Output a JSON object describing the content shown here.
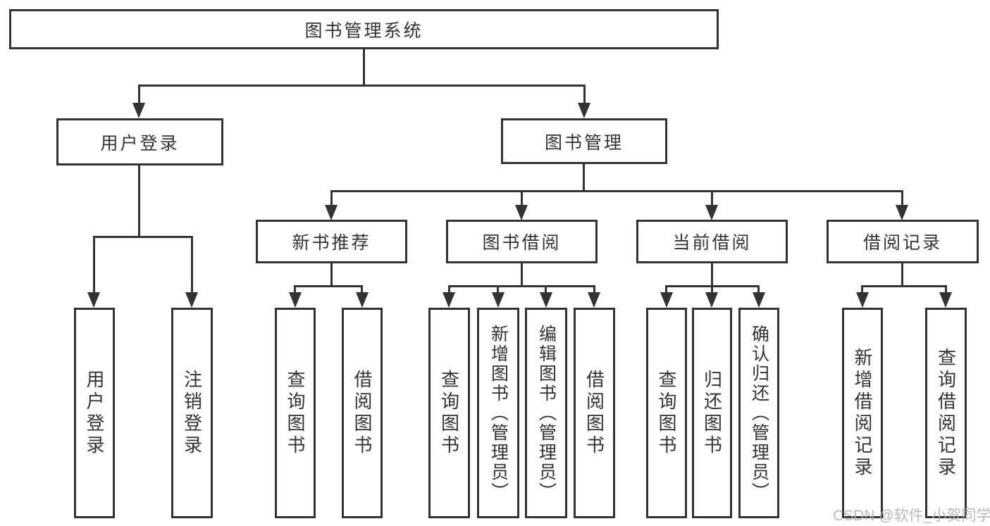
{
  "diagram_type": "hierarchy",
  "nodes": {
    "root": {
      "label": "图书管理系统"
    },
    "level2": [
      {
        "label": "用户登录"
      },
      {
        "label": "图书管理"
      }
    ],
    "level3": [
      {
        "label": "新书推荐",
        "parent": "图书管理"
      },
      {
        "label": "图书借阅",
        "parent": "图书管理"
      },
      {
        "label": "当前借阅",
        "parent": "图书管理"
      },
      {
        "label": "借阅记录",
        "parent": "图书管理"
      }
    ],
    "leaves": [
      {
        "label": "用户登录",
        "parent": "用户登录"
      },
      {
        "label": "注销登录",
        "parent": "用户登录"
      },
      {
        "label": "查询图书",
        "parent": "新书推荐"
      },
      {
        "label": "借阅图书",
        "parent": "新书推荐"
      },
      {
        "label": "查询图书",
        "parent": "图书借阅"
      },
      {
        "label": "新增图书（管理员）",
        "parent": "图书借阅"
      },
      {
        "label": "编辑图书（管理员）",
        "parent": "图书借阅"
      },
      {
        "label": "借阅图书",
        "parent": "图书借阅"
      },
      {
        "label": "查询图书",
        "parent": "当前借阅"
      },
      {
        "label": "归还图书",
        "parent": "当前借阅"
      },
      {
        "label": "确认归还（管理员）",
        "parent": "当前借阅"
      },
      {
        "label": "新增借阅记录",
        "parent": "借阅记录"
      },
      {
        "label": "查询借阅记录",
        "parent": "借阅记录"
      }
    ]
  },
  "watermark": "CSDN @软件_小贺同学",
  "colors": {
    "line": "#333333",
    "text": "#333333",
    "box_background": "#ffffff",
    "page_background": "#ffffff",
    "watermark": "#b3b3b3"
  }
}
